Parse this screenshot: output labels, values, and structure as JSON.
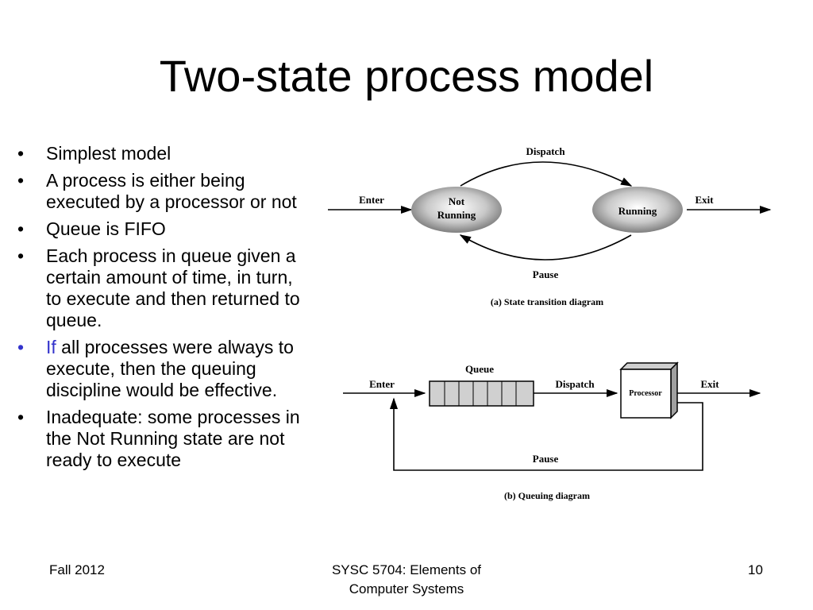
{
  "slide": {
    "title": "Two-state process model"
  },
  "bullets": [
    {
      "lead": "",
      "text": "Simplest model"
    },
    {
      "lead": "",
      "text": "A process is either being executed by a processor or not"
    },
    {
      "lead": "",
      "text": "Queue is FIFO"
    },
    {
      "lead": "",
      "text": "Each process in queue given a certain amount of time, in turn, to execute and then returned to queue."
    },
    {
      "lead": "If",
      "text": " all processes were always to execute, then the queuing discipline would be effective."
    },
    {
      "lead": "",
      "text": "Inadequate: some processes in the Not Running state are not ready to execute"
    }
  ],
  "bullet_symbol": "•",
  "colors": {
    "highlight": "#3333cc"
  },
  "diagram_a": {
    "states": {
      "not_running_line1": "Not",
      "not_running_line2": "Running",
      "running": "Running"
    },
    "labels": {
      "dispatch": "Dispatch",
      "pause": "Pause",
      "enter": "Enter",
      "exit": "Exit"
    },
    "caption": "(a) State transition diagram"
  },
  "diagram_b": {
    "labels": {
      "queue": "Queue",
      "enter": "Enter",
      "dispatch": "Dispatch",
      "processor": "Processor",
      "exit": "Exit",
      "pause": "Pause"
    },
    "caption": "(b) Queuing diagram"
  },
  "footer": {
    "left": "Fall 2012",
    "center_line1": "SYSC 5704: Elements of",
    "center_line2": "Computer Systems",
    "page": "10"
  }
}
